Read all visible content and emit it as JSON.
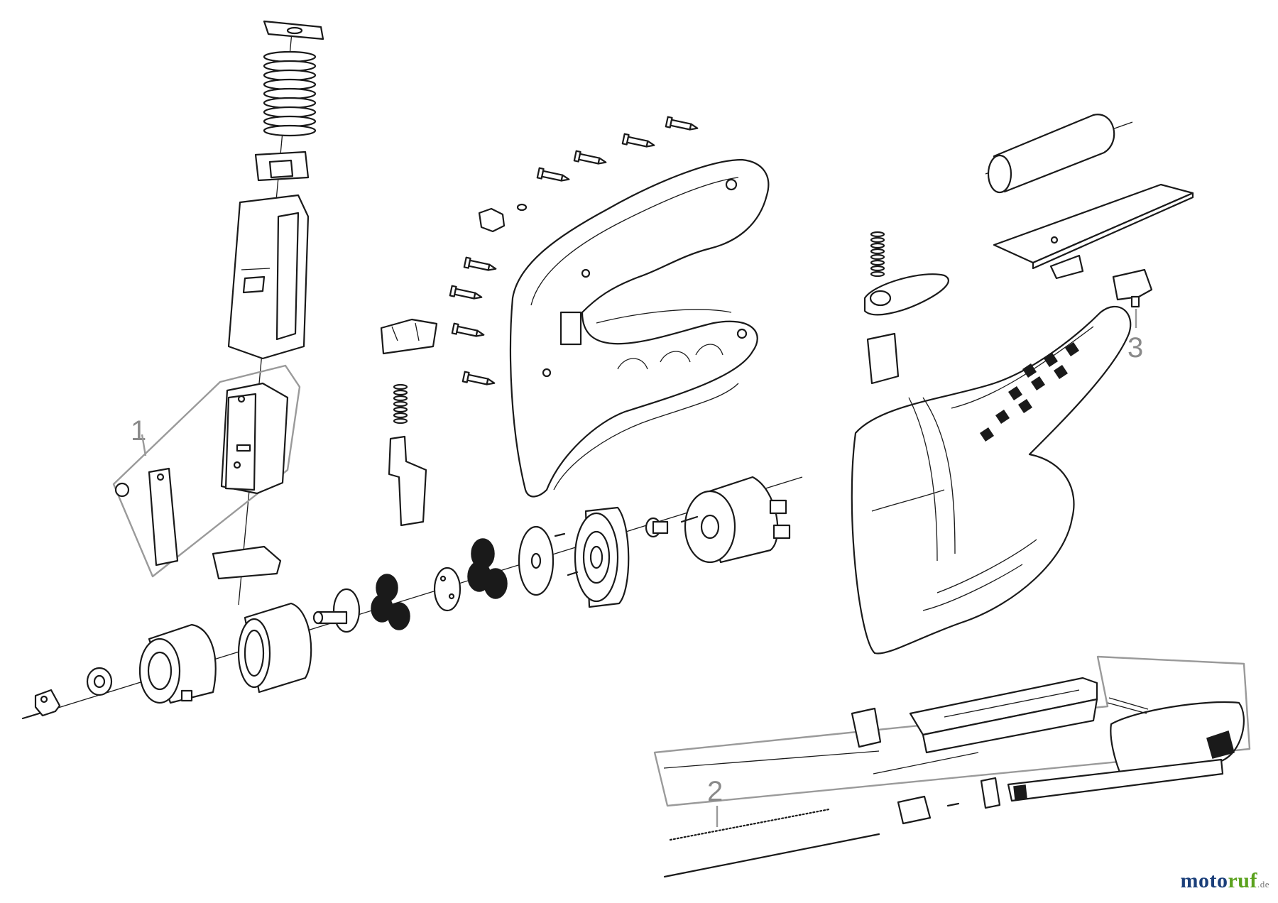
{
  "callouts": [
    {
      "id": "1",
      "label": "1"
    },
    {
      "id": "2",
      "label": "2"
    },
    {
      "id": "3",
      "label": "3"
    }
  ],
  "watermark": {
    "part1": "moto",
    "part2": "ruf",
    "tld": ".de"
  },
  "colors": {
    "line": "#1a1a1a",
    "callout": "#8a8a8a",
    "wm_blue": "#1b3f7a",
    "wm_green": "#5ba21e"
  }
}
